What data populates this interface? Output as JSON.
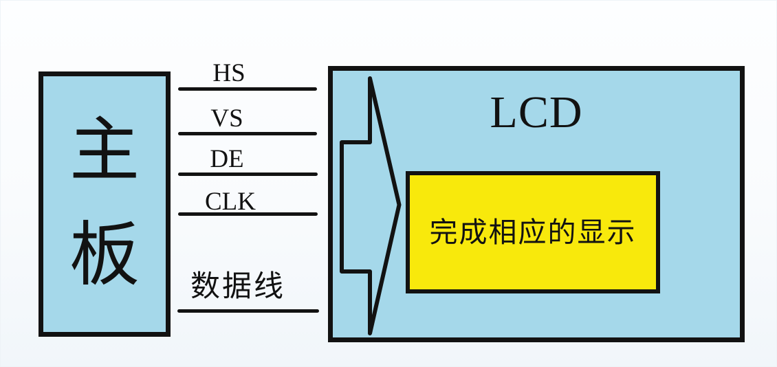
{
  "diagram": {
    "mainboard": {
      "label": "主板",
      "chars": [
        "主",
        "板"
      ]
    },
    "signals": [
      {
        "id": "hs",
        "label": "HS"
      },
      {
        "id": "vs",
        "label": "VS"
      },
      {
        "id": "de",
        "label": "DE"
      },
      {
        "id": "clk",
        "label": "CLK"
      },
      {
        "id": "data",
        "label": "数据线"
      }
    ],
    "lcd": {
      "title": "LCD",
      "display_note": "完成相应的显示"
    },
    "colors": {
      "box_fill": "#a5d8ea",
      "highlight_fill": "#f8e90c",
      "stroke": "#121212",
      "background": "#f7fafd"
    }
  }
}
